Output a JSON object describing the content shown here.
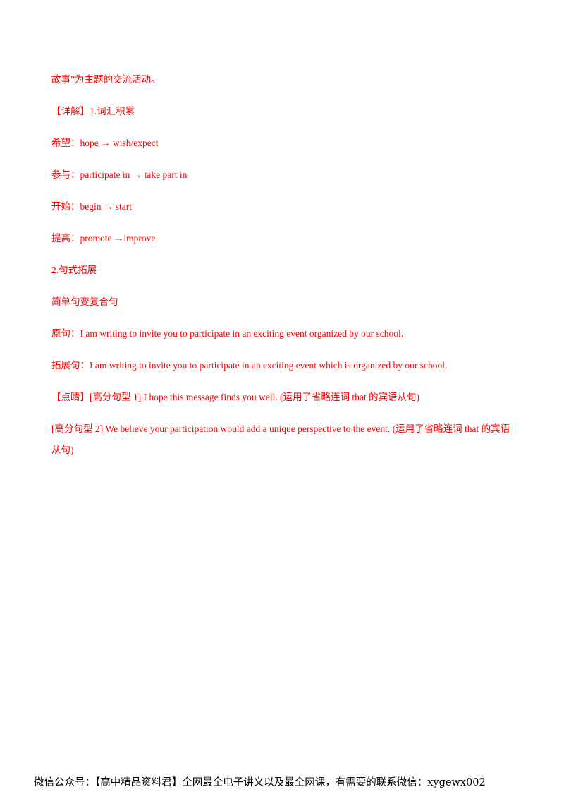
{
  "document": {
    "lines": [
      "故事”为主题的交流活动。",
      "【详解】1.词汇积累",
      "希望：hope → wish/expect",
      "参与：participate in → take part in",
      "开始：begin → start",
      "提高：promote →improve",
      "2.句式拓展",
      "简单句变复合句",
      "原句：I am writing to invite you to participate in an exciting event organized by our school.",
      "拓展句：I am writing to invite you to participate in an exciting event which is organized by our school.",
      "【点睛】[高分句型 1] I hope this message finds you well. (运用了省略连词 that 的宾语从句)",
      "[高分句型 2] We believe your participation would add a unique perspective to the event. (运用了省略连词 that 的宾语从句)"
    ],
    "text_color": "#ff0000"
  },
  "footer": {
    "text": "微信公众号：【高中精品资料君】全网最全电子讲义以及最全网课，有需要的联系微信：xygewx002"
  }
}
